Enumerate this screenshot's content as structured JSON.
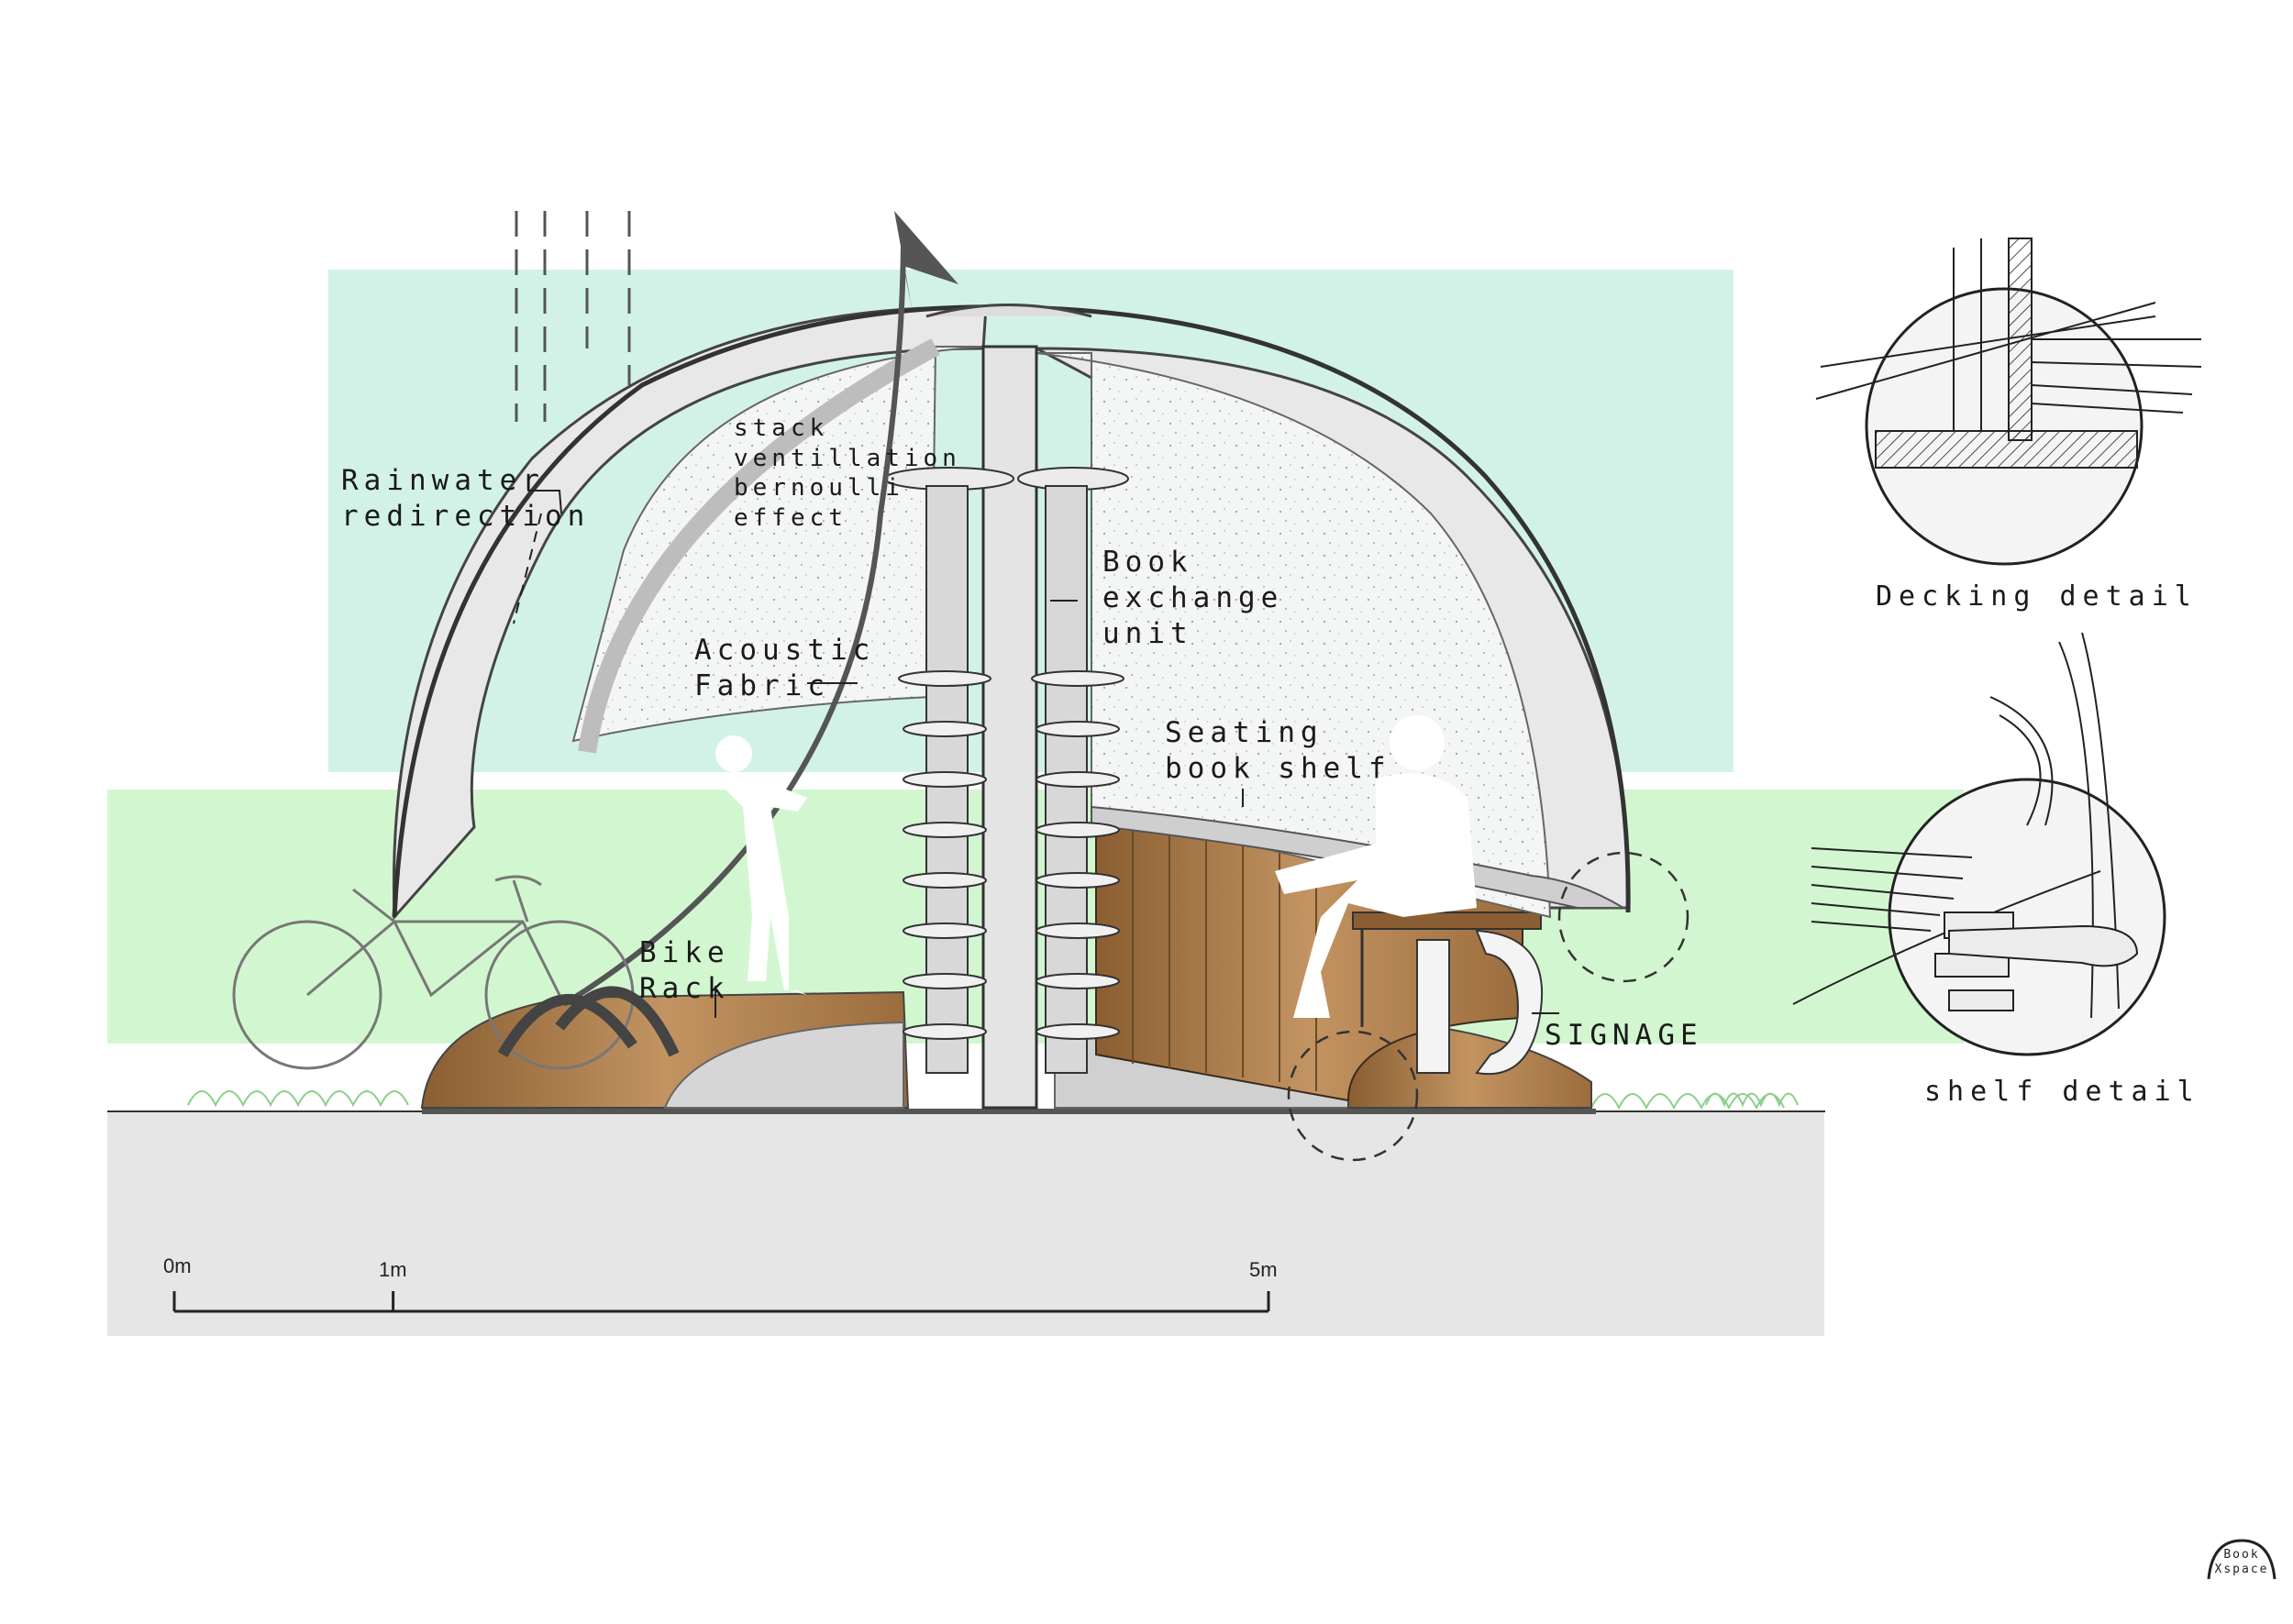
{
  "labels": {
    "rainwater": [
      "Rainwater",
      "redirection"
    ],
    "stack": [
      "stack",
      "ventillation",
      "bernoulli",
      "effect"
    ],
    "book_exchange": [
      "Book",
      "exchange",
      "unit"
    ],
    "acoustic": [
      "Acoustic",
      "Fabric"
    ],
    "seating": [
      "Seating",
      "book shelf"
    ],
    "bike_rack": [
      "Bike",
      "Rack"
    ],
    "signage": "SIGNAGE",
    "decking_detail": "Decking detail",
    "shelf_detail": "shelf detail"
  },
  "scale_bar": {
    "marks": [
      {
        "label": "0m",
        "meters": 0
      },
      {
        "label": "1m",
        "meters": 1
      },
      {
        "label": "5m",
        "meters": 5
      }
    ]
  },
  "logo": {
    "line1": "Book",
    "line2": "Xspace"
  },
  "colors": {
    "sky_band": "#d2f2e8",
    "grass_band": "#d2f7d0",
    "ground": "#e6e6e6",
    "wood": "#b98a55",
    "structure": "#e8e8e8",
    "ink": "#1a1a1a"
  }
}
